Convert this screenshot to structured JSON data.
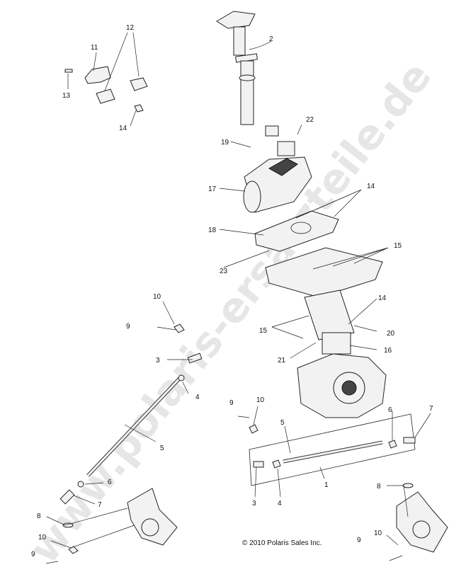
{
  "watermark": "www.polaris-ersatzteile.de",
  "copyright": "© 2010 Polaris Sales Inc.",
  "callouts": {
    "c1": "1",
    "c2": "2",
    "c3a": "3",
    "c3b": "3",
    "c4a": "4",
    "c4b": "4",
    "c5a": "5",
    "c5b": "5",
    "c6a": "6",
    "c6b": "6",
    "c7a": "7",
    "c7b": "7",
    "c8a": "8",
    "c8b": "8",
    "c9a": "9",
    "c9b": "9",
    "c9c": "9",
    "c9d": "9",
    "c10a": "10",
    "c10b": "10",
    "c10c": "10",
    "c10d": "10",
    "c11": "11",
    "c12": "12",
    "c13": "13",
    "c14a": "14",
    "c14b": "14",
    "c14c": "14",
    "c15a": "15",
    "c15b": "15",
    "c16": "16",
    "c17": "17",
    "c18": "18",
    "c19": "19",
    "c20": "20",
    "c21": "21",
    "c22": "22",
    "c23": "23"
  }
}
